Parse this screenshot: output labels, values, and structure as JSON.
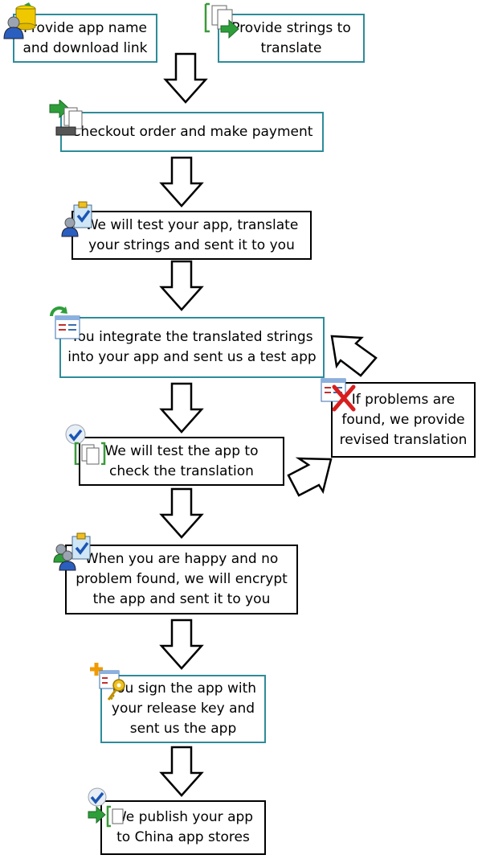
{
  "steps": {
    "s1": "Provide app name\nand download link",
    "s2": "Provide strings to\ntranslate",
    "s3": "Checkout order and make payment",
    "s4": "We will test your app, translate\nyour strings and sent it to you",
    "s5": "You integrate the translated strings\ninto your app and sent us a test app",
    "s6": "We will test the app to\ncheck the translation",
    "s7": "If problems are\nfound, we provide\nrevised translation",
    "s8": "When you are happy and no\nproblem found, we will encrypt\nthe app and sent it to you",
    "s9": "You sign the app with\nyour release key and\nsent us the app",
    "s10": "We publish your app\nto China app stores"
  },
  "icons": {
    "s1": "user-database-icon",
    "s2": "documents-arrow-icon",
    "s3": "documents-arrow-icon",
    "s4": "user-clipboard-icon",
    "s5": "form-refresh-icon",
    "s6": "check-documents-icon",
    "s7": "form-error-icon",
    "s8": "users-clipboard-icon",
    "s9": "form-key-icon",
    "s10": "check-documents-icon"
  },
  "colors": {
    "teal_border": "#2e8b9a",
    "black_border": "#000000"
  }
}
